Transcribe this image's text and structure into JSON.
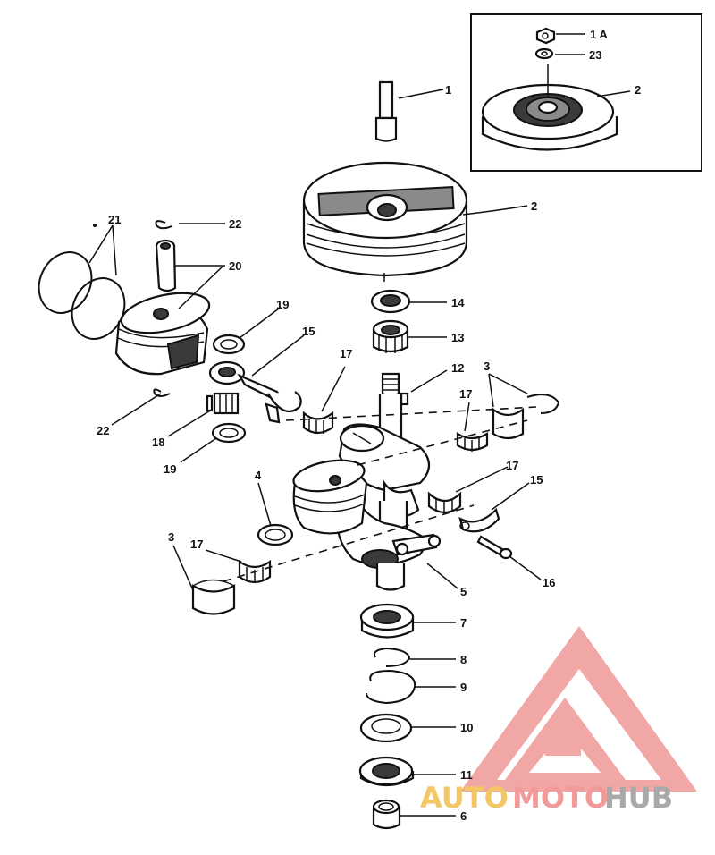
{
  "callouts": {
    "c1A": "1 A",
    "c23": "23",
    "c2a": "2",
    "c1": "1",
    "c2b": "2",
    "c21": "21",
    "c22a": "22",
    "c20": "20",
    "c14": "14",
    "c19a": "19",
    "c13": "13",
    "c15a": "15",
    "c17a": "17",
    "c12": "12",
    "c3a": "3",
    "c17b": "17",
    "c22b": "22",
    "c18": "18",
    "c19b": "19",
    "c17c": "17",
    "c15b": "15",
    "c4": "4",
    "c3b": "3",
    "c17d": "17",
    "c16": "16",
    "c5": "5",
    "c7": "7",
    "c8": "8",
    "c9": "9",
    "c10": "10",
    "c11": "11",
    "c6": "6"
  },
  "watermark": {
    "text_auto": "AUTO",
    "text_moto": "MOTO",
    "text_hub": "HUB",
    "colors": {
      "triangle": "#f2a3a3",
      "auto": "#f3c766",
      "moto": "#f29a9a",
      "hub": "#a9a9a9"
    }
  }
}
